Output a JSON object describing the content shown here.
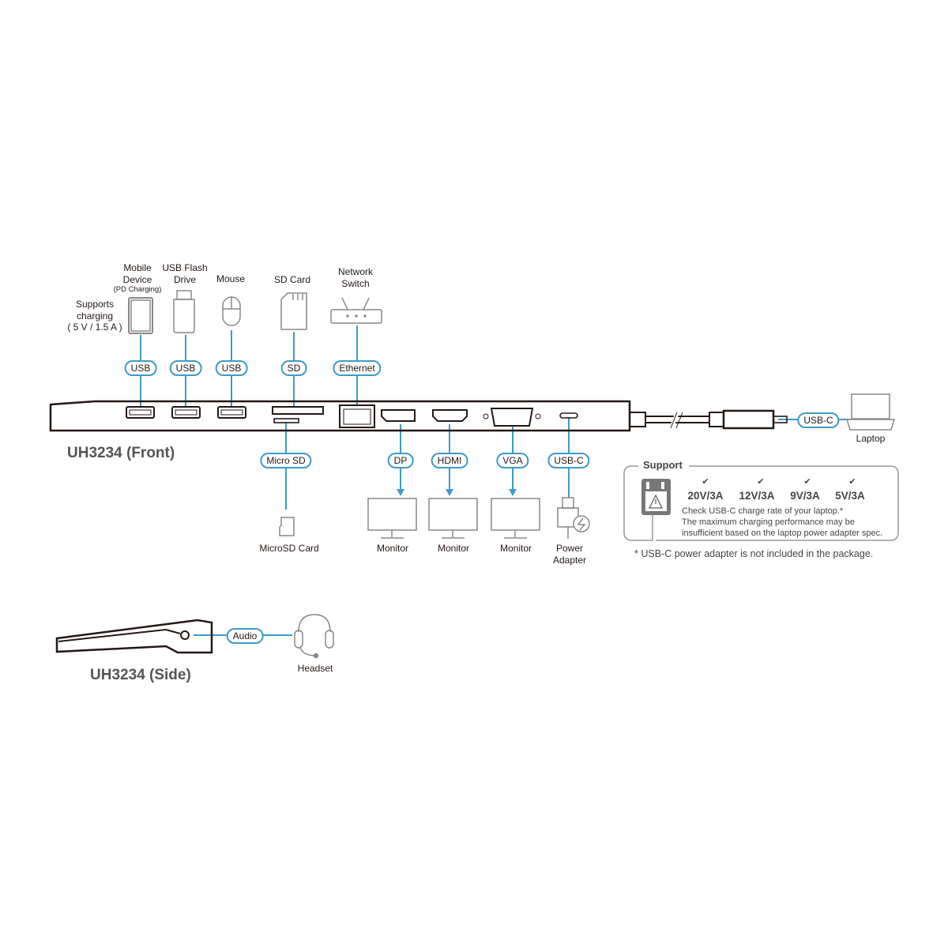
{
  "top_devices": {
    "supports": "Supports",
    "charging": "charging",
    "rating": "( 5 V / 1.5 A )",
    "mobile1": "Mobile",
    "mobile2": "Device",
    "pd": "(PD Charging)",
    "flash1": "USB Flash",
    "flash2": "Drive",
    "mouse": "Mouse",
    "sd": "SD Card",
    "net1": "Network",
    "net2": "Switch"
  },
  "ports_top": [
    "USB",
    "USB",
    "USB",
    "SD",
    "Ethernet"
  ],
  "ports_bottom": [
    "Micro SD",
    "DP",
    "HDMI",
    "VGA",
    "USB-C"
  ],
  "bottom_devices": {
    "microsd": "MicroSD Card",
    "monitor": "Monitor",
    "power1": "Power",
    "power2": "Adapter"
  },
  "host": {
    "port": "USB-C",
    "device": "Laptop"
  },
  "front_title": "UH3234 (Front)",
  "side_title": "UH3234 (Side)",
  "side": {
    "port": "Audio",
    "device": "Headset"
  },
  "support": {
    "title": "Support",
    "check": "✔",
    "ratings": [
      "20V/3A",
      "12V/3A",
      "9V/3A",
      "5V/3A"
    ],
    "line1": "Check USB-C charge rate of your laptop.*",
    "line2": "The maximum charging performance may be",
    "line3": "insufficient based on the laptop power adapter spec.",
    "footnote": "* USB-C power adapter is not included in the package."
  },
  "colors": {
    "accent": "#3d9bc7",
    "line": "#231815"
  }
}
